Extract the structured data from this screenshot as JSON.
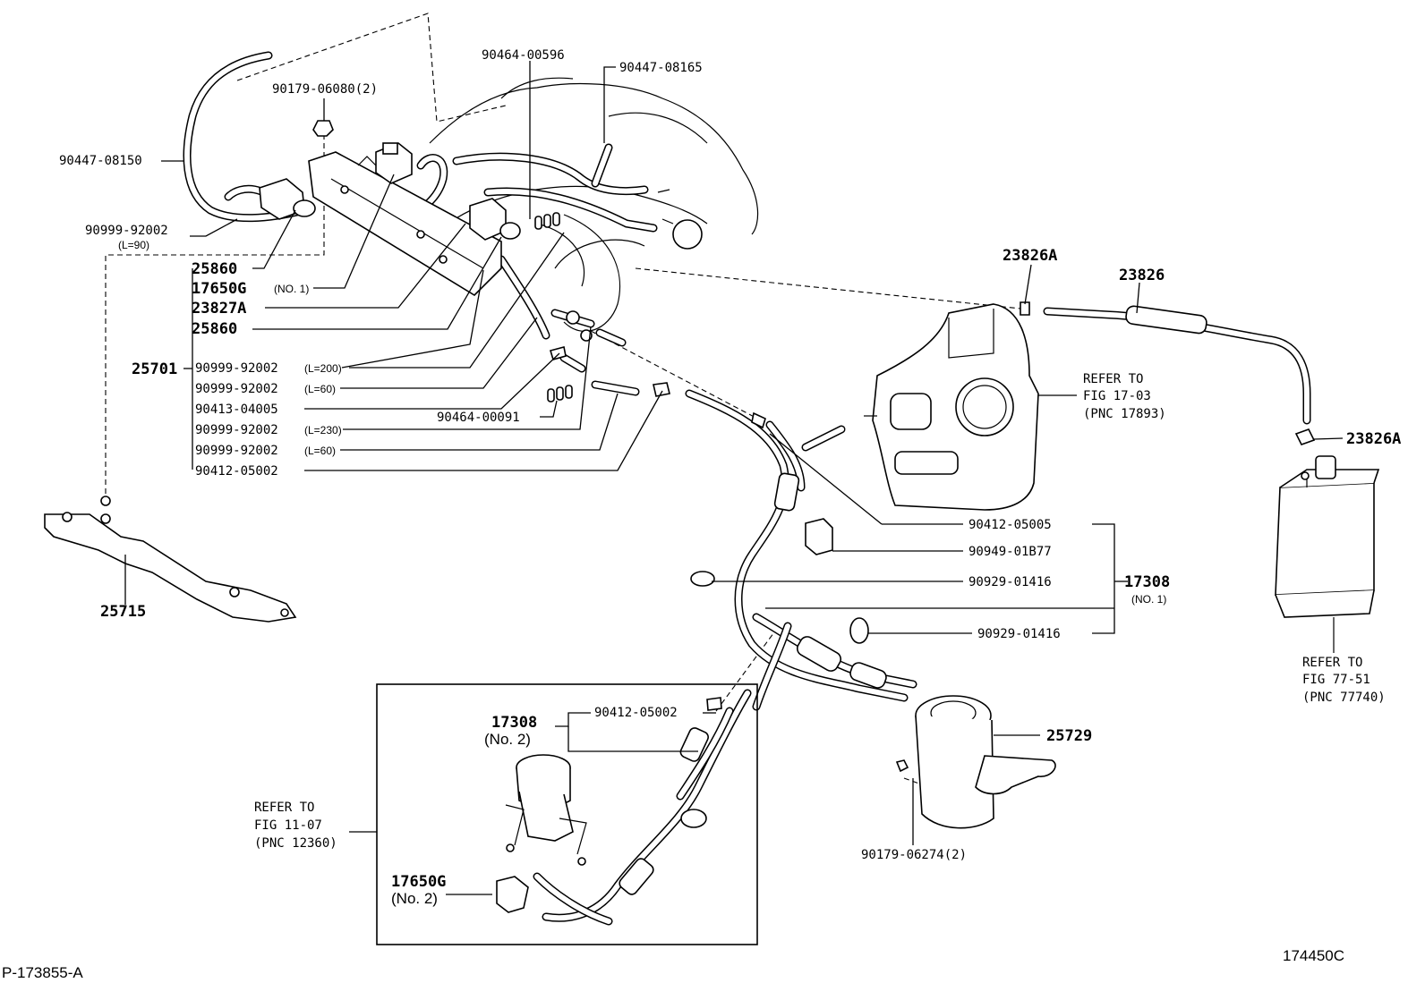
{
  "labels": {
    "p_90464_00596": "90464-00596",
    "p_90447_08165": "90447-08165",
    "p_90179_06080": "90179-06080(2)",
    "p_90447_08150": "90447-08150",
    "p_90999_92002_top": "90999-92002",
    "p_l90": "(L=90)",
    "p_25860_a": "25860",
    "p_17650g": "17650G",
    "p_no1_a": "(NO. 1)",
    "p_23827a": "23827A",
    "p_25860_b": "25860",
    "p_25701": "25701",
    "p_90999_92002_l200": "90999-92002",
    "p_l200": "(L=200)",
    "p_90999_92002_l60a": "90999-92002",
    "p_l60a": "(L=60)",
    "p_90413_04005": "90413-04005",
    "p_90999_92002_l230": "90999-92002",
    "p_l230": "(L=230)",
    "p_90999_92002_l60b": "90999-92002",
    "p_l60b": "(L=60)",
    "p_90412_05002_a": "90412-05002",
    "p_90464_00091": "90464-00091",
    "p_23826a_top": "23826A",
    "p_23826": "23826",
    "p_23826a_right": "23826A",
    "ref_17_a": "REFER TO",
    "ref_17_b": "FIG 17-03",
    "ref_17_c": "(PNC 17893)",
    "p_90412_05005": "90412-05005",
    "p_90949_01b77": "90949-01B77",
    "p_90929_01416_a": "90929-01416",
    "p_17308_a": "17308",
    "p_no1_b": "(NO. 1)",
    "p_90929_01416_b": "90929-01416",
    "ref_77_a": "REFER TO",
    "ref_77_b": "FIG 77-51",
    "ref_77_c": "(PNC 77740)",
    "p_25715": "25715",
    "p_25729": "25729",
    "p_90179_06274": "90179-06274(2)",
    "p_17308_b": "17308",
    "p_no2_a": "(No. 2)",
    "p_90412_05002_b": "90412-05002",
    "ref_11_a": "REFER TO",
    "ref_11_b": "FIG 11-07",
    "ref_11_c": "(PNC 12360)",
    "p_17650g_b": "17650G",
    "p_no2_b": "(No. 2)",
    "footer_left": "P-173855-A",
    "footer_right": "174450C"
  }
}
